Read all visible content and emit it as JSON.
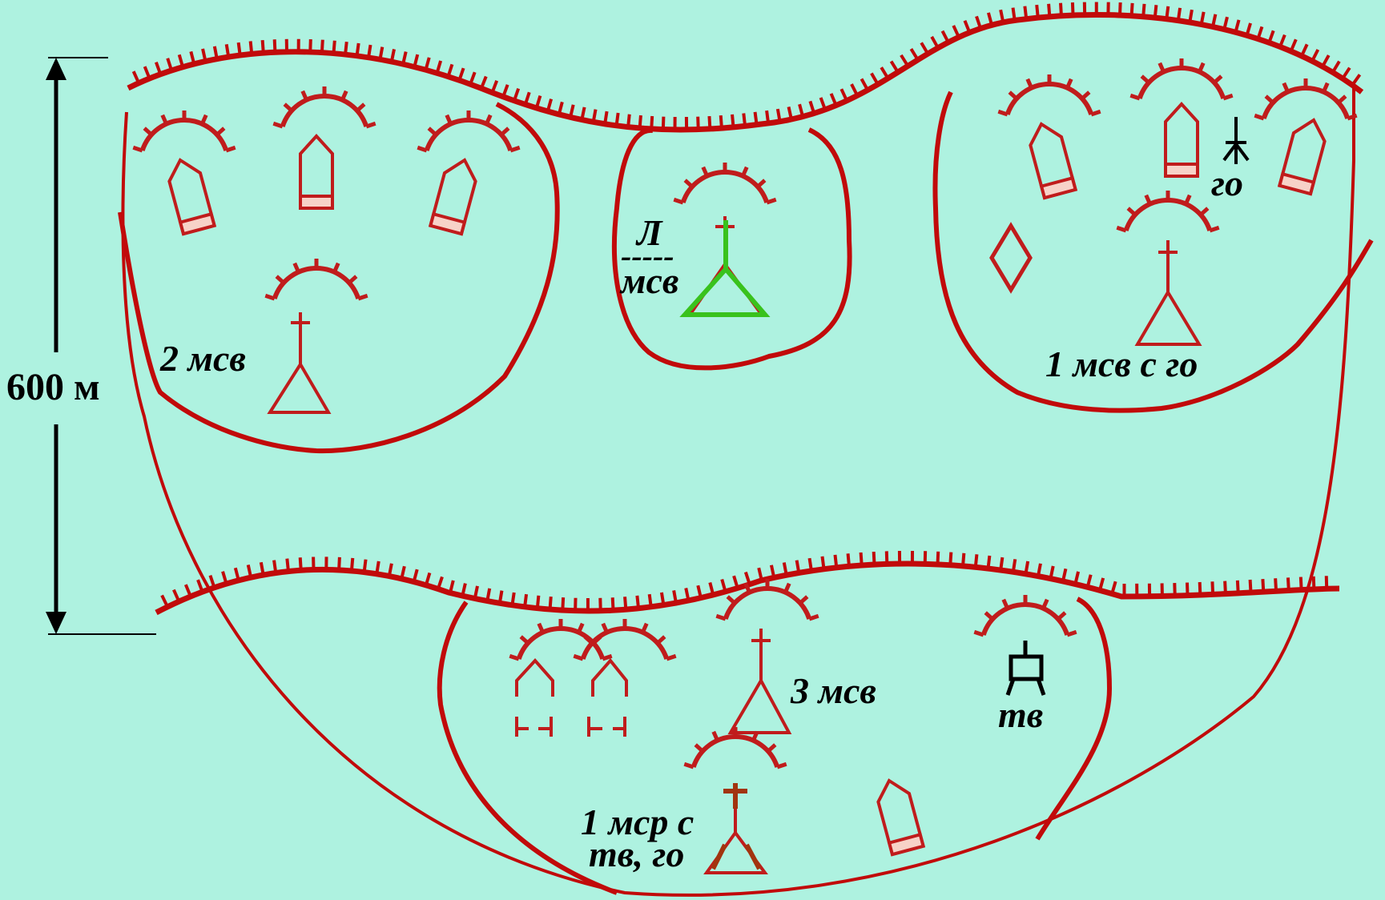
{
  "labels": {
    "scale": "600 м",
    "left_group": "2 мсв",
    "center_top_group_top": "Л",
    "center_top_group_dash": "-----",
    "center_top_group_bottom": "мсв",
    "right_group": "1 мсв с го",
    "go_mark": "го",
    "bottom_group": "3 мсв",
    "tv_mark": "тв",
    "bottom_cmd_line1": "1 мср с",
    "bottom_cmd_line2": "тв, го"
  },
  "colors": {
    "background": "#aef2e0",
    "outline": "#c10a0a",
    "symbol": "#c01c1c",
    "accent_green": "#39c21d",
    "accent_brown": "#a2340f",
    "text": "#000000"
  },
  "icons": [
    "trench-line-icon",
    "shelter-marker-icon",
    "mortar-icon",
    "squad-post-icon",
    "tank-sign-icon",
    "chemical-post-icon",
    "diamond-marker-icon"
  ]
}
